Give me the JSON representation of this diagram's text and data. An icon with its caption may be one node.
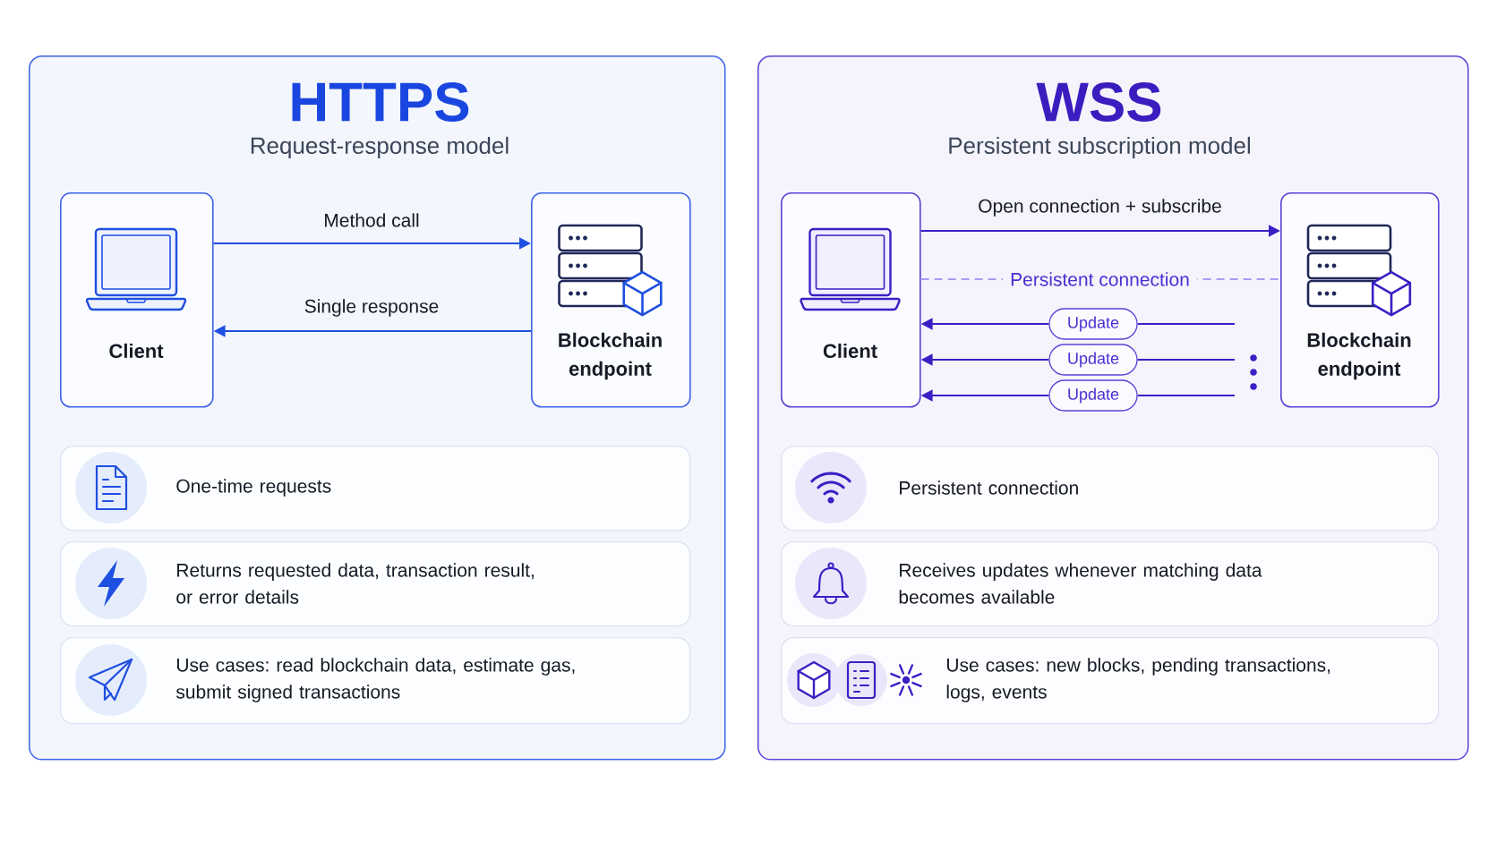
{
  "diagram": {
    "nodes": [
      {
        "text": [
          "HTTPS",
          "Request-response model"
        ]
      },
      {
        "text": [
          "Client"
        ],
        "in": 0
      },
      {
        "text": [
          "Blockchain endpoint"
        ],
        "in": 0
      },
      {
        "text": [
          "One-time requests"
        ],
        "in": 0
      },
      {
        "text": [
          "Returns requested data, transaction result, or error details"
        ],
        "in": 0
      },
      {
        "text": [
          "Use cases: read blockchain data, estimate gas, submit signed transactions"
        ],
        "in": 0
      },
      {
        "text": [
          "WSS",
          "Persistent subscription model"
        ]
      },
      {
        "text": [
          "Client"
        ],
        "in": 6
      },
      {
        "text": [
          "Blockchain endpoint"
        ],
        "in": 6
      },
      {
        "text": [
          "Update"
        ],
        "in": 6
      },
      {
        "text": [
          "Update"
        ],
        "in": 6
      },
      {
        "text": [
          "Update"
        ],
        "in": 6
      },
      {
        "text": [
          "Persistent connection"
        ],
        "in": 6
      },
      {
        "text": [
          "Receives updates whenever matching data becomes available"
        ],
        "in": 6
      },
      {
        "text": [
          "Use cases: new blocks, pending transactions, logs, events"
        ],
        "in": 6
      }
    ],
    "edges": [
      {
        "from": 1,
        "to": 2,
        "label": "Method call",
        "arrow": "to",
        "color": "#1f4fe0"
      },
      {
        "from": 2,
        "to": 1,
        "label": "Single response",
        "arrow": "to",
        "color": "#1f4fe0"
      },
      {
        "from": 7,
        "to": 8,
        "label": "Open connection + subscribe",
        "arrow": "to"
      },
      {
        "from": 7,
        "to": 8,
        "label": "Persistent connection",
        "arrow": "none",
        "style": "dashed",
        "color": "#a99bf0"
      },
      {
        "from": 9,
        "to": 7,
        "arrow": "to"
      },
      {
        "from": null,
        "to": 9,
        "arrow": "none"
      },
      {
        "from": 10,
        "to": 7,
        "arrow": "to"
      },
      {
        "from": null,
        "to": 10,
        "arrow": "none"
      },
      {
        "from": 11,
        "to": 7,
        "arrow": "to"
      },
      {
        "from": null,
        "to": 11,
        "arrow": "none"
      }
    ]
  }
}
